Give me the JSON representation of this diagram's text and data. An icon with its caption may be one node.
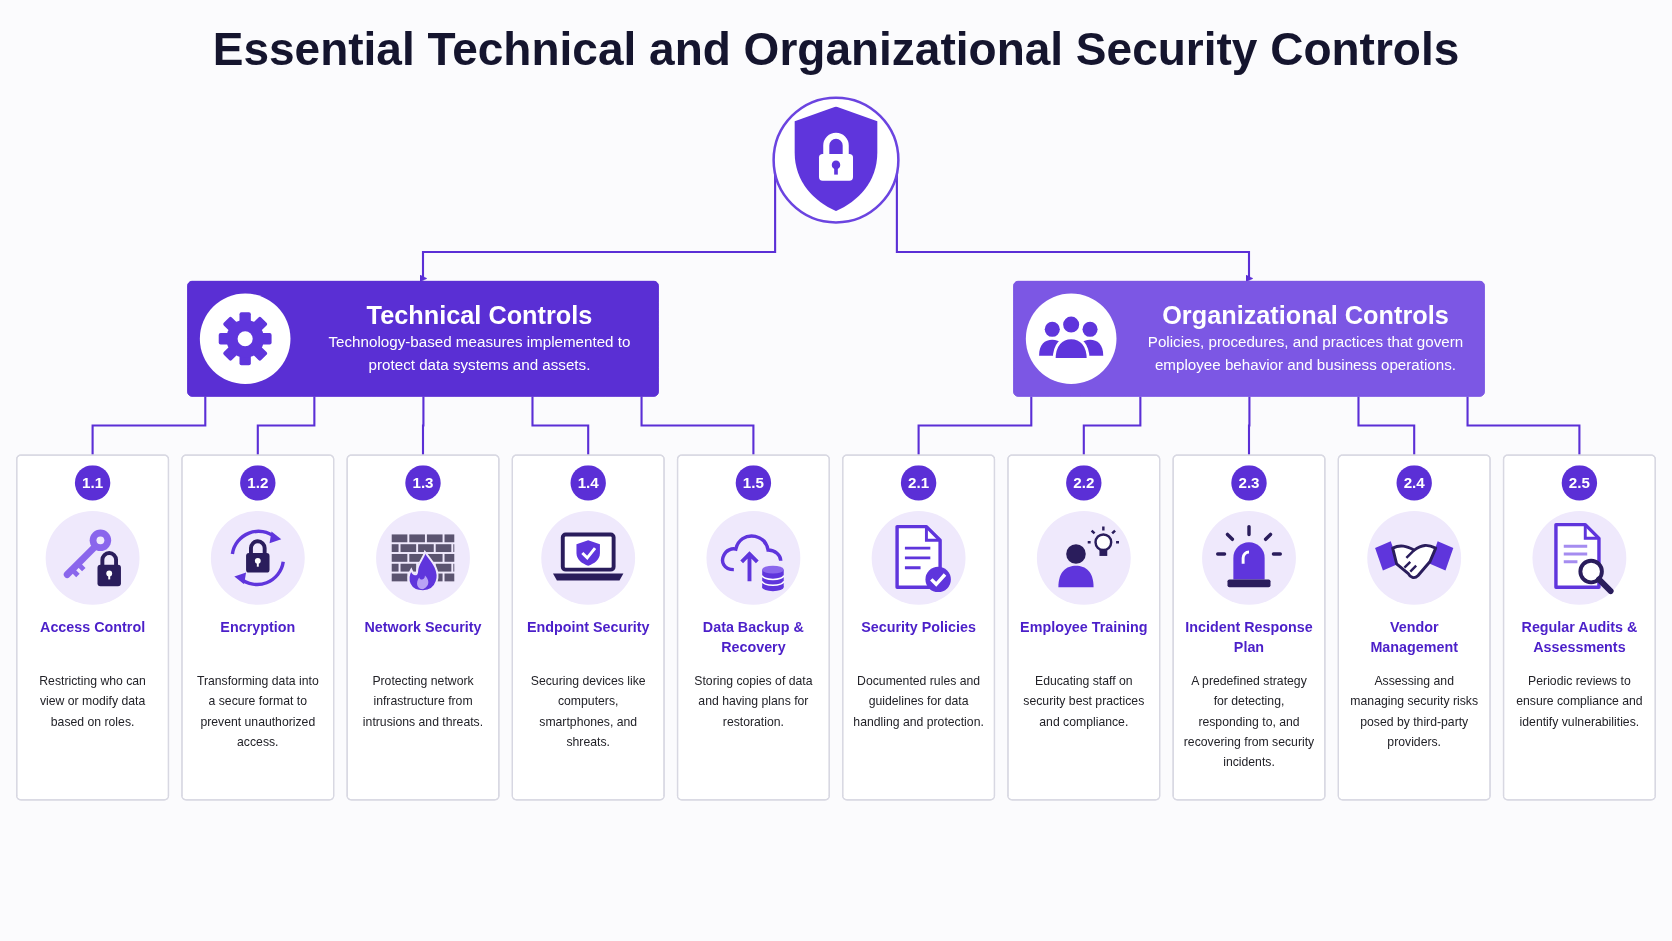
{
  "diagram": {
    "title": "Essential Technical and Organizational Security Controls",
    "nodes": [
      {
        "text": [],
        "shape": "circle"
      },
      {
        "text": [
          "Technical Controls",
          "Technology-based measures implemented to protect data systems and assets."
        ]
      },
      {
        "text": [
          "Organizational Controls",
          "Policies, procedures, and practices that govern employee behavior and business operations."
        ]
      },
      {
        "text": [
          "1.1",
          "Access Control",
          "Restricting who can view or modify data based on roles."
        ]
      },
      {
        "text": [
          "1.2",
          "Encryption",
          "Transforming data into a secure format to prevent unauthorized access."
        ]
      },
      {
        "text": [
          "1.3",
          "Network Security",
          "Protecting network infrastructure from intrusions and threats."
        ]
      },
      {
        "text": [
          "1.4",
          "Endpoint Security",
          "Securing devices like computers, smartphones, and shreats."
        ]
      },
      {
        "text": [
          "1.5",
          "Data Backup & Recovery",
          "Storing copies of data and having plans for restoration."
        ]
      },
      {
        "text": [
          "2.1",
          "Security Policies",
          "Documented rules and guidelines for data handling and protection."
        ]
      },
      {
        "text": [
          "2.2",
          "Employee Training",
          "Educating staff on security best practices and compliance."
        ]
      },
      {
        "text": [
          "2.3",
          "Incident Response Plan",
          "A predefined strategy for detecting, responding to, and recovering from security incidents."
        ]
      },
      {
        "text": [
          "2.4",
          "Vendor Management",
          "Assessing and managing security risks posed by third-party providers."
        ]
      },
      {
        "text": [
          "2.5",
          "Regular Audits & Assessments",
          "Periodic reviews to ensure compliance and identify vulnerabilities."
        ]
      }
    ],
    "edges": [
      {
        "from": 0,
        "to": 1,
        "arrow": "to"
      },
      {
        "from": 0,
        "to": 2,
        "arrow": "to"
      },
      {
        "from": 1,
        "to": 3,
        "arrow": "none"
      },
      {
        "from": 1,
        "to": 4,
        "arrow": "none"
      },
      {
        "from": 1,
        "to": 5,
        "arrow": "none"
      },
      {
        "from": 1,
        "to": 6,
        "arrow": "none"
      },
      {
        "from": 1,
        "to": 7,
        "arrow": "none"
      },
      {
        "from": 2,
        "to": 8,
        "arrow": "none"
      },
      {
        "from": 2,
        "to": 9,
        "arrow": "none"
      },
      {
        "from": 2,
        "to": 10,
        "arrow": "none"
      },
      {
        "from": 2,
        "to": 11,
        "arrow": "none"
      },
      {
        "from": 2,
        "to": 12,
        "arrow": "none"
      }
    ]
  }
}
